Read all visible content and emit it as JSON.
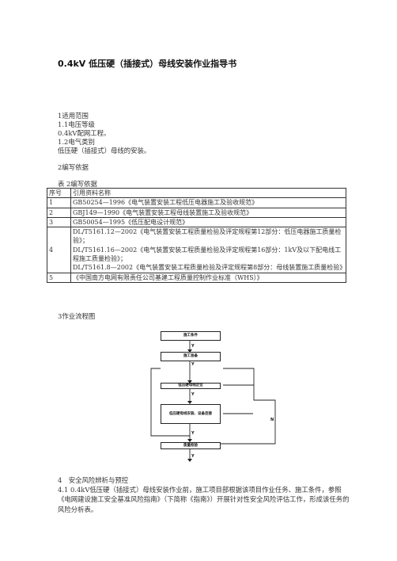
{
  "title": "0.4kV 低压硬（插接式）母线安装作业指导书",
  "section1": {
    "heading": "1适用范围",
    "l1": "1.1电压等级",
    "l2": "0.4kV配网工程。",
    "l3": "1.2电气类别",
    "l4": "低压硬（插接式）母线的安装。"
  },
  "section2": {
    "heading": "2编写依据",
    "table_caption": "表 2编写依据",
    "header": {
      "no": "序号",
      "name": "引用资料名称"
    },
    "rows": [
      {
        "no": "1",
        "name": "GB50254—1996《电气装置安装工程低压电器施工及验收规范》"
      },
      {
        "no": "2",
        "name": "GBJ149—1990《电气装置安装工程母线装置施工及验收规范》"
      },
      {
        "no": "3",
        "name": "GB50054—1995《低压配电设计规范》"
      },
      {
        "no": "4",
        "a": "DL/T5161.12—2002《电气装置安装工程质量检验及评定规程第12部分：低压电器施工质量检验》；",
        "b": "DL/T5161.16—2002《电气装置安装工程质量检验及评定规程第16部分：1kV及以下配电线工程施工质量检验》；",
        "c": "DL/T5161.8—2002《电气装置安装工程质量检验及评定规程第8部分：母线装置施工质量检验》"
      },
      {
        "no": "5",
        "name": "《中国南方电网有限责任公司基建工程质量控制作业标准（WHS）》"
      }
    ]
  },
  "section3": {
    "heading": "3作业流程图",
    "flow": {
      "step1": "施工条件",
      "step2": "施工准备",
      "step3": "低压硬母线定位",
      "step4": "低压硬母线安装、设备连接",
      "step5": "质量检验",
      "yes": "Y",
      "no": "N"
    }
  },
  "section4": {
    "heading": "4　安全风险辨析与预控",
    "para": "4.1 0.4kV低压硬（插接式）母线安装作业前，施工项目部根据该项目作业任务、施工条件，参照《电网建设施工安全基准风险指南》（下简称《指南》）开展针对性安全风险评估工作，形成该任务的风险分析表。"
  }
}
